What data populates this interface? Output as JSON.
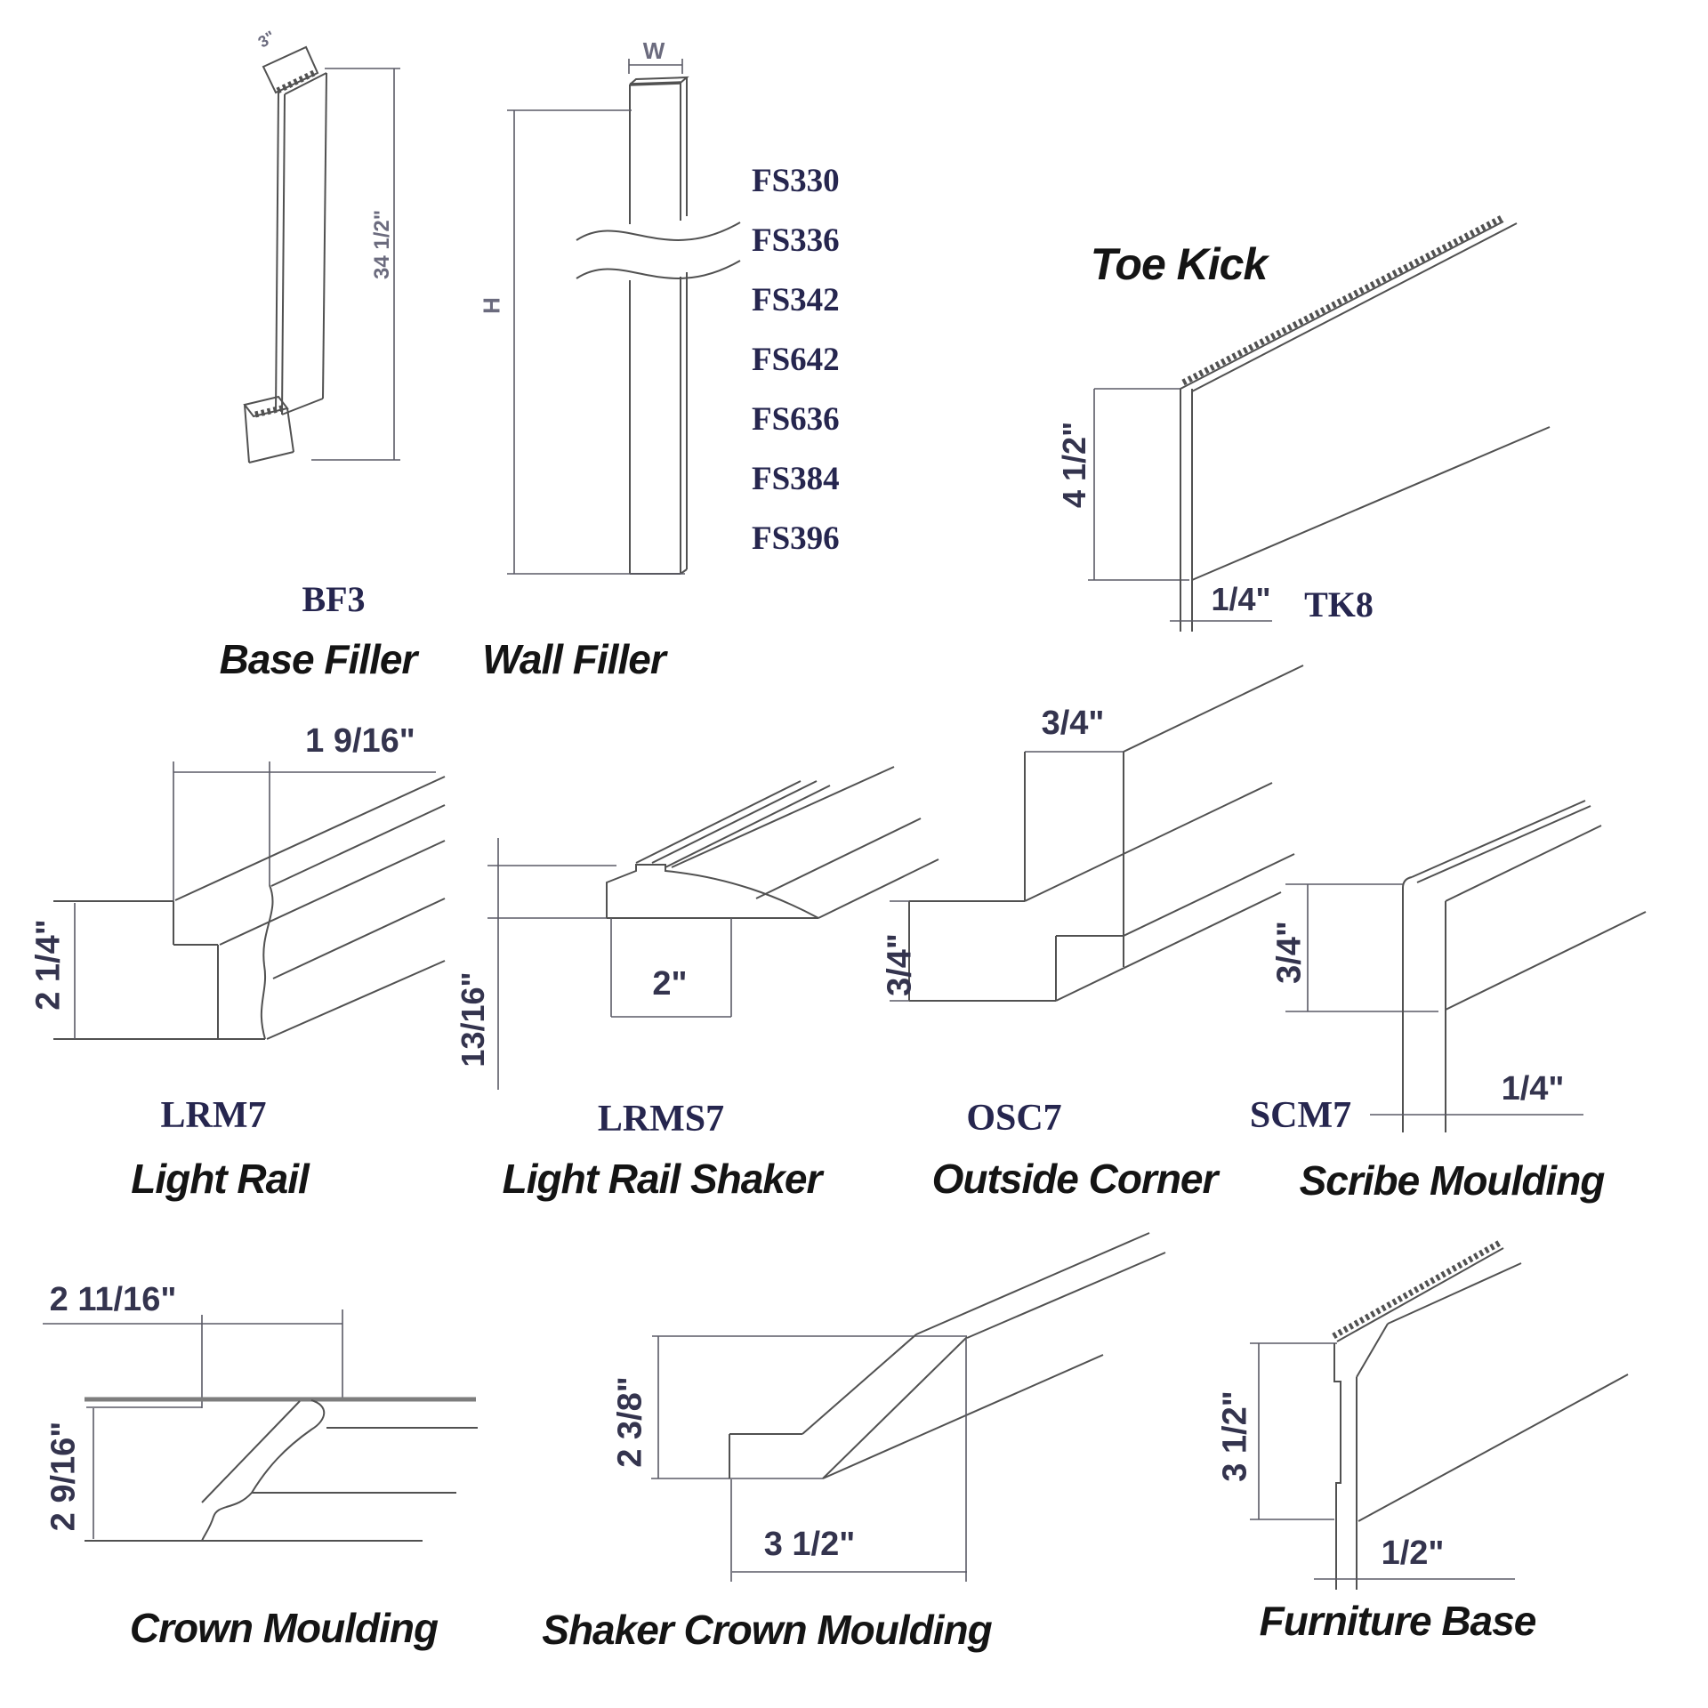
{
  "colors": {
    "line": "#515151",
    "title_text": "#141414",
    "code_text": "#26264f",
    "dim_text": "#34344e",
    "dim_soft_text": "#6b6b7e"
  },
  "row1": {
    "base_filler": {
      "code": "BF3",
      "title": "Base Filler",
      "dim_top": "3\"",
      "dim_height": "34 1/2\""
    },
    "wall_filler": {
      "title": "Wall Filler",
      "dim_width": "W",
      "dim_height": "H",
      "codes": [
        "FS330",
        "FS336",
        "FS342",
        "FS642",
        "FS636",
        "FS384",
        "FS396"
      ]
    },
    "toe_kick": {
      "title": "Toe Kick",
      "code": "TK8",
      "dim_height": "4 1/2\"",
      "dim_thickness": "1/4\""
    }
  },
  "row2": {
    "light_rail": {
      "code": "LRM7",
      "title": "Light Rail",
      "dim_width": "1 9/16\"",
      "dim_height": "2 1/4\""
    },
    "light_rail_shaker": {
      "code": "LRMS7",
      "title": "Light Rail Shaker",
      "dim_height": "13/16\"",
      "dim_width": "2\""
    },
    "outside_corner": {
      "code": "OSC7",
      "title": "Outside Corner",
      "dim_top": "3/4\"",
      "dim_left": "3/4\""
    },
    "scribe_moulding": {
      "code": "SCM7",
      "title": "Scribe Moulding",
      "dim_height": "3/4\"",
      "dim_width": "1/4\""
    }
  },
  "row3": {
    "crown_moulding": {
      "title": "Crown Moulding",
      "dim_width": "2 11/16\"",
      "dim_height": "2 9/16\""
    },
    "shaker_crown_moulding": {
      "title": "Shaker Crown Moulding",
      "dim_height": "2 3/8\"",
      "dim_width": "3 1/2\""
    },
    "furniture_base": {
      "title": "Furniture Base",
      "dim_height": "3 1/2\"",
      "dim_width": "1/2\""
    }
  }
}
